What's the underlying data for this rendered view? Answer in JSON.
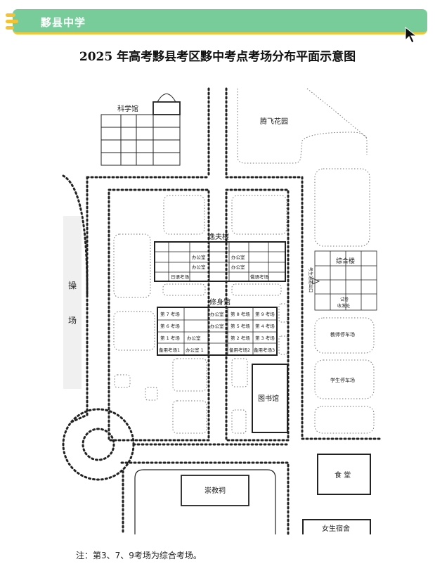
{
  "header": {
    "school_name": "黟县中学"
  },
  "title": "2025 年高考黟县考区黟中考点考场分布平面示意图",
  "buildings": {
    "science_hall": "科学馆",
    "tengfei_garden": "腾飞花园",
    "yifu_building": "逸夫楼",
    "xiushen_hall": "修身馆",
    "zonghe_building": "综合楼",
    "library": "图书馆",
    "canteen": "食 堂",
    "chongjiao_hall": "崇教祠",
    "girls_dorm": "女生宿舍",
    "playground_1": "操",
    "playground_2": "场",
    "teacher_parking": "教师停车场",
    "student_parking": "学生停车场",
    "candidate_entrance": "考生通道出口"
  },
  "yifu_rooms": {
    "office_1": "办公室",
    "office_2": "办公室",
    "office_3": "办公室",
    "office_4": "办公室",
    "japanese_room": "日语考场",
    "russian_room": "俄语考场"
  },
  "xiushen_rooms": {
    "room_7": "第 7 考场",
    "room_6": "第 6 考场",
    "room_1": "第 1 考场",
    "spare_1": "备用考场1",
    "office_a": "办公室",
    "office_b": "办公室",
    "office_c": "办公室",
    "office_d": "办公室 1",
    "room_8": "第 8 考场",
    "room_5": "第 5 考场",
    "room_2": "第 2 考场",
    "spare_2": "备用考场2",
    "room_9": "第 9 考场",
    "room_4": "第 4 考场",
    "room_3": "第 3 考场",
    "spare_3": "备用考场3"
  },
  "zonghe_rooms": {
    "exam_office_1": "试卷",
    "exam_office_2": "收发处"
  },
  "footnote": "注：第3、7、9考场为综合考场。"
}
